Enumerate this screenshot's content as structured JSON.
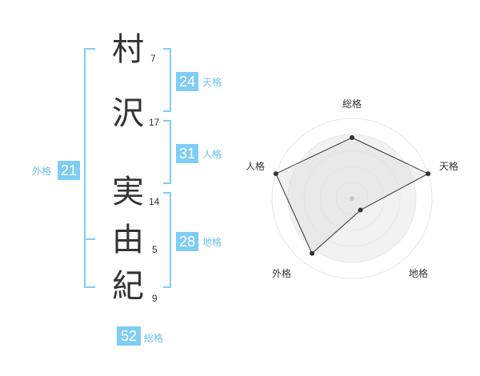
{
  "name_chars": [
    {
      "char": "村",
      "strokes": "7"
    },
    {
      "char": "沢",
      "strokes": "17"
    },
    {
      "char": "実",
      "strokes": "14"
    },
    {
      "char": "由",
      "strokes": "5"
    },
    {
      "char": "紀",
      "strokes": "9"
    }
  ],
  "kaku": {
    "tenkaku": {
      "value": "24",
      "label": "天格"
    },
    "jinkaku": {
      "value": "31",
      "label": "人格"
    },
    "chikaku": {
      "value": "28",
      "label": "地格"
    },
    "gaikaku": {
      "value": "21",
      "label": "外格"
    },
    "soukaku": {
      "value": "52",
      "label": "総格"
    }
  },
  "radar": {
    "labels": [
      "総格",
      "天格",
      "地格",
      "外格",
      "人格"
    ],
    "levels": 5,
    "values": [
      0.76,
      1.0,
      0.18,
      0.85,
      1.0
    ],
    "colors": {
      "ring": "#e8e8e8",
      "fill": "#eeeeee",
      "line": "#333333",
      "point": "#333333",
      "center": "#cccccc"
    }
  },
  "colors": {
    "accent": "#7fcdf4",
    "accent_text": "#6dc0ea"
  }
}
